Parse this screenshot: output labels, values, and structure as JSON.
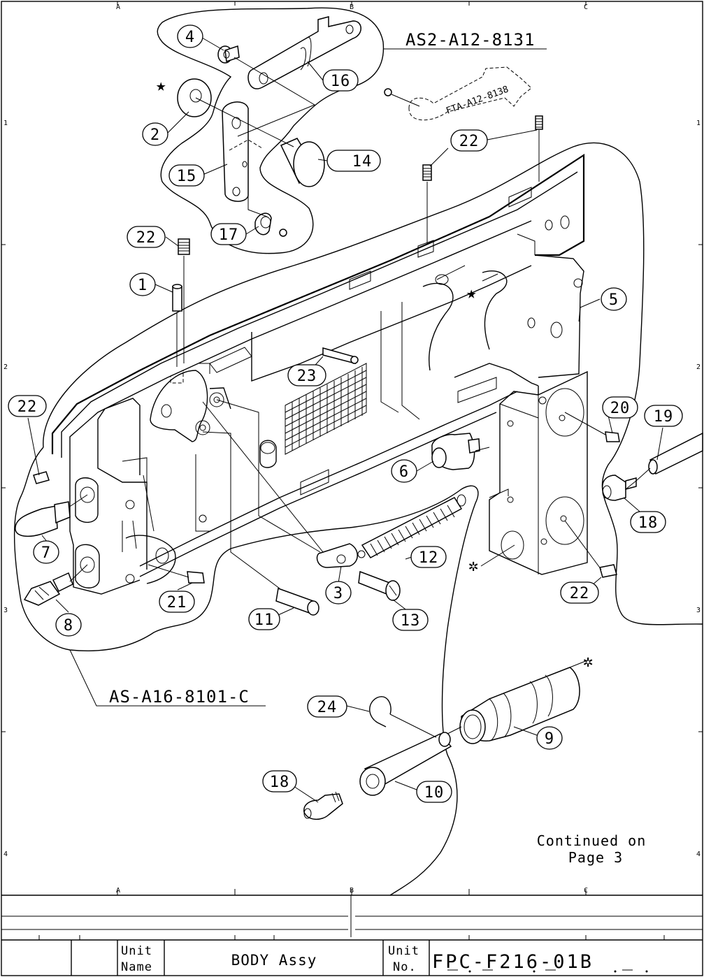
{
  "grid": {
    "columns": [
      "A",
      "B",
      "C"
    ],
    "rows": [
      "1",
      "2",
      "3",
      "4"
    ]
  },
  "assemblies": {
    "upper": "AS2-A12-8131",
    "lower": "AS-A16-8101-C",
    "reference": "FTA-A12-8138"
  },
  "callouts": [
    "1",
    "2",
    "3",
    "4",
    "5",
    "6",
    "7",
    "8",
    "9",
    "10",
    "11",
    "12",
    "13",
    "14",
    "15",
    "16",
    "17",
    "18",
    "19",
    "20",
    "21",
    "21",
    "22",
    "22",
    "22",
    "22",
    "22",
    "23",
    "24"
  ],
  "note": {
    "line1": "Continued on",
    "line2": "Page 3"
  },
  "title_block": {
    "unit_name_label_1": "Unit",
    "unit_name_label_2": "Name",
    "unit_name_value": "BODY Assy",
    "unit_no_label_1": "Unit",
    "unit_no_label_2": "No.",
    "unit_no_value": "FPC-F216-01B"
  }
}
